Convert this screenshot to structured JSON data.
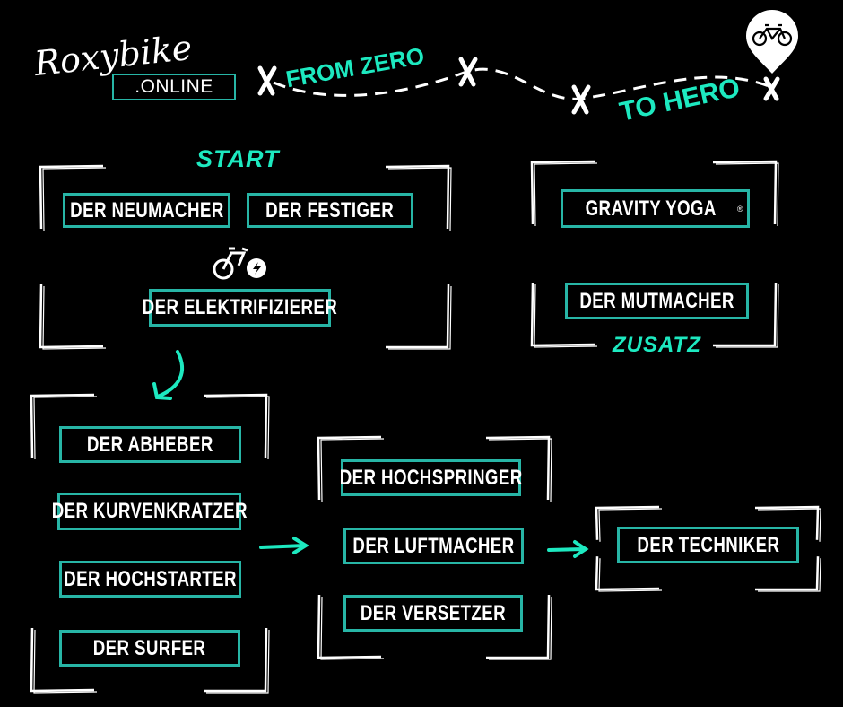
{
  "logo": {
    "script": "Roxybike",
    "suffix": ".ONLINE"
  },
  "header": {
    "from": "FROM ZERO",
    "to": "TO HERO",
    "pin_icon": "bicycle-pin-icon"
  },
  "colors": {
    "accent": "#1de9c0",
    "box_border": "#27b5a6",
    "background": "#000000",
    "frame": "#ffffff"
  },
  "labels": {
    "start": "START",
    "zusatz": "ZUSATZ"
  },
  "start_group": {
    "courses": [
      "DER NEUMACHER",
      "DER FESTIGER"
    ],
    "ebike_icon": "e-bike-icon",
    "ebike_course": "DER ELEKTRIFIZIERER"
  },
  "extra_group": {
    "gravity": "GRAVITY YOGA",
    "registered": "®",
    "mutmacher": "DER MUTMACHER"
  },
  "level2": [
    "DER ABHEBER",
    "DER KURVENKRATZER",
    "DER HOCHSTARTER",
    "DER SURFER"
  ],
  "level3": [
    "DER HOCHSPRINGER",
    "DER LUFTMACHER",
    "DER VERSETZER"
  ],
  "level4": [
    "DER TECHNIKER"
  ]
}
